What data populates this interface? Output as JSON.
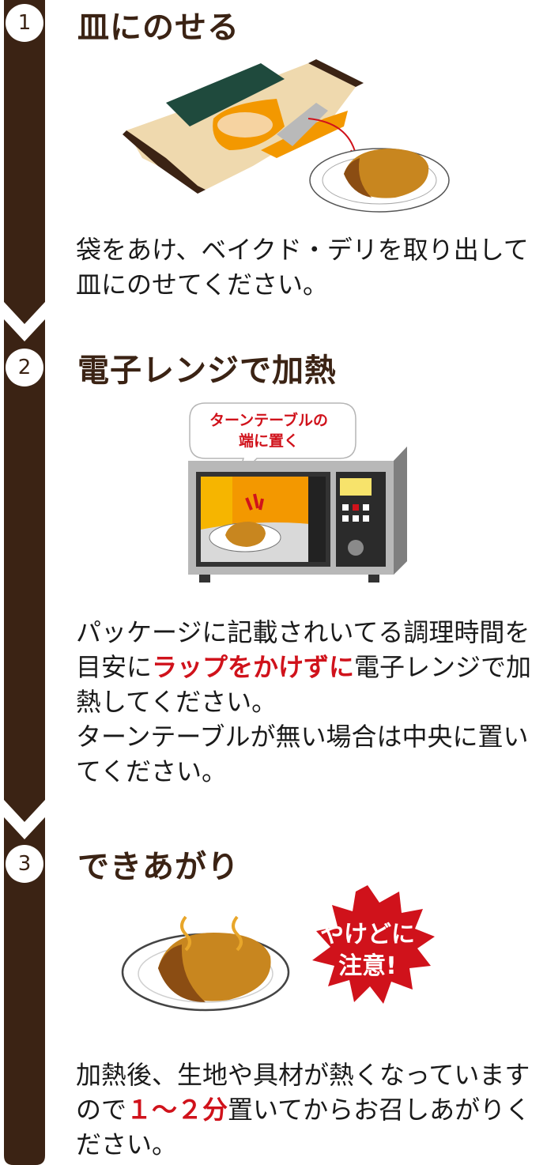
{
  "steps": [
    {
      "number": "1",
      "title": "皿にのせる",
      "body": "袋をあけ、ベイクド・デリを取り出して皿にのせてください。"
    },
    {
      "number": "2",
      "title": "電子レンジで加熱",
      "bubble_line1": "ターンテーブルの",
      "bubble_line2": "端に置く",
      "body_part1": "パッケージに記載されいてる調理時間を目安に",
      "body_highlight": "ラップをかけずに",
      "body_part2": "電子レンジで加熱してください。",
      "body_part3": "ターンテーブルが無い場合は中央に置いてください。"
    },
    {
      "number": "3",
      "title": "できあがり",
      "warning_line1": "やけどに",
      "warning_line2": "注意!",
      "body_part1": "加熱後、生地や具材が熱くなっていますので",
      "body_highlight": "１～２分",
      "body_part2": "置いてからお召しあがりください。"
    }
  ],
  "colors": {
    "brown": "#3b2314",
    "red": "#d0121b",
    "orange": "#f39800",
    "bread": "#c8861f"
  }
}
